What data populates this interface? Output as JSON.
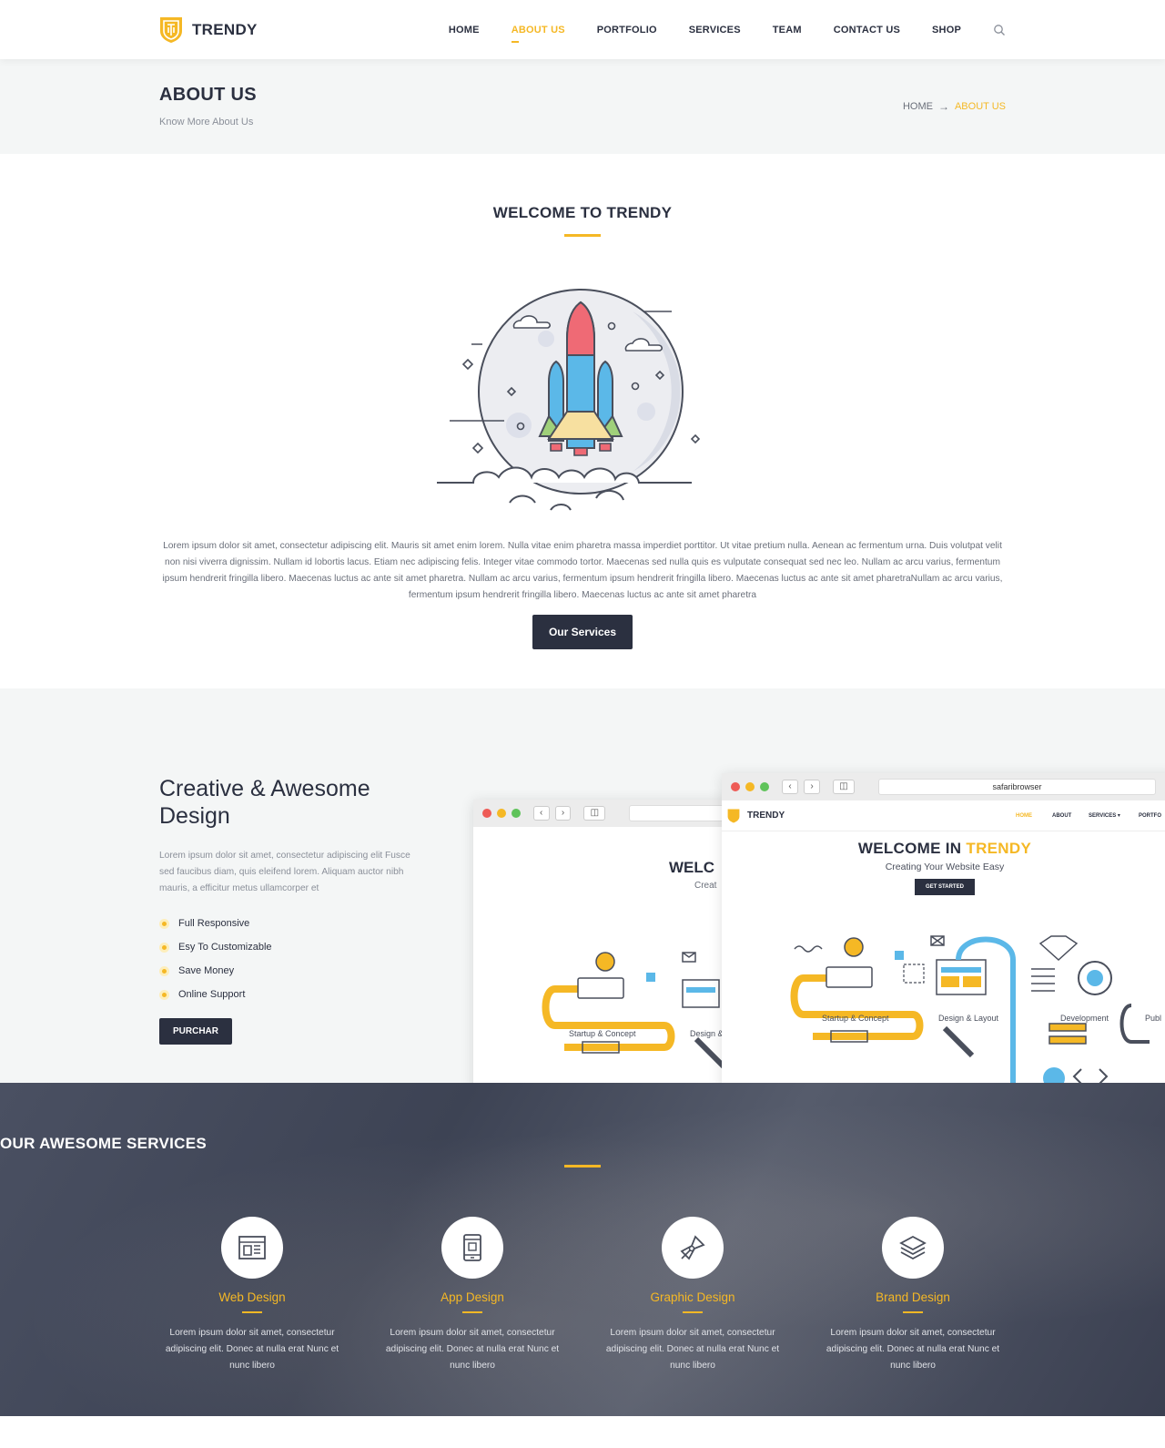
{
  "header": {
    "logo_text": "TRENDY",
    "nav": [
      "HOME",
      "ABOUT US",
      "PORTFOLIO",
      "SERVICES",
      "TEAM",
      "CONTACT US",
      "SHOP"
    ],
    "active": "ABOUT US",
    "icon": "search-icon"
  },
  "page_title": {
    "title": "ABOUT US",
    "subtitle": "Know More About Us",
    "breadcrumb": {
      "home": "HOME",
      "arrow": "→",
      "current": "ABOUT US"
    }
  },
  "welcome": {
    "title": "WELCOME TO TRENDY",
    "paragraph": "Lorem ipsum dolor sit amet, consectetur adipiscing elit. Mauris sit amet enim lorem. Nulla vitae enim pharetra massa imperdiet porttitor. Ut vitae pretium nulla. Aenean ac fermentum urna. Duis volutpat velit non nisi viverra dignissim. Nullam id lobortis lacus. Etiam nec adipiscing felis. Integer vitae commodo tortor. Maecenas sed nulla quis es vulputate consequat sed nec leo. Nullam ac arcu varius, fermentum ipsum hendrerit fringilla libero. Maecenas luctus ac ante sit amet pharetra. Nullam ac arcu varius, fermentum ipsum hendrerit fringilla libero. Maecenas luctus ac ante sit amet pharetraNullam ac arcu varius, fermentum ipsum hendrerit fringilla libero. Maecenas luctus ac ante sit amet pharetra",
    "button": "Our Services"
  },
  "creative": {
    "title_line1": "Creative & Awesome",
    "title_line2": "Design",
    "description": "Lorem ipsum dolor sit amet, consectetur adipiscing elit Fusce sed faucibus diam, quis eleifend lorem. Aliquam auctor nibh mauris, a efficitur metus ullamcorper et",
    "features": [
      "Full Responsive",
      "Esy To Customizable",
      "Save Money",
      "Online Support"
    ],
    "button": "PURCHAR"
  },
  "browser_mock": {
    "url": "safaribrowser",
    "logo": "TRENDY",
    "nav": [
      "HOME",
      "ABOUT",
      "SERVICES ▾",
      "PORTFO"
    ],
    "heading_dark": "WELCOME IN ",
    "heading_accent": "TRENDY",
    "subheading": "Creating Your Website Easy",
    "cta": "GET STARTED",
    "back_heading": "WELC",
    "back_sub": "Creat",
    "steps": [
      "Startup & Concept",
      "Design & Layout",
      "Development",
      "Publ"
    ],
    "back_step2": "Design &"
  },
  "services": {
    "title": "OUR AWESOME SERVICES",
    "items": [
      {
        "title": "Web Design",
        "icon": "web-design-icon",
        "text": "Lorem ipsum dolor sit amet, consectetur adipiscing elit. Donec at nulla erat Nunc et nunc libero"
      },
      {
        "title": "App Design",
        "icon": "mobile-icon",
        "text": "Lorem ipsum dolor sit amet, consectetur adipiscing elit. Donec at nulla erat Nunc et nunc libero"
      },
      {
        "title": "Graphic Design",
        "icon": "pen-nib-icon",
        "text": "Lorem ipsum dolor sit amet, consectetur adipiscing elit. Donec at nulla erat Nunc et nunc libero"
      },
      {
        "title": "Brand Design",
        "icon": "layers-icon",
        "text": "Lorem ipsum dolor sit amet, consectetur adipiscing elit. Donec at nulla erat Nunc et nunc libero"
      }
    ]
  },
  "colors": {
    "accent": "#f5b825",
    "dark": "#2b3040",
    "light_bg": "#f4f6f6"
  }
}
